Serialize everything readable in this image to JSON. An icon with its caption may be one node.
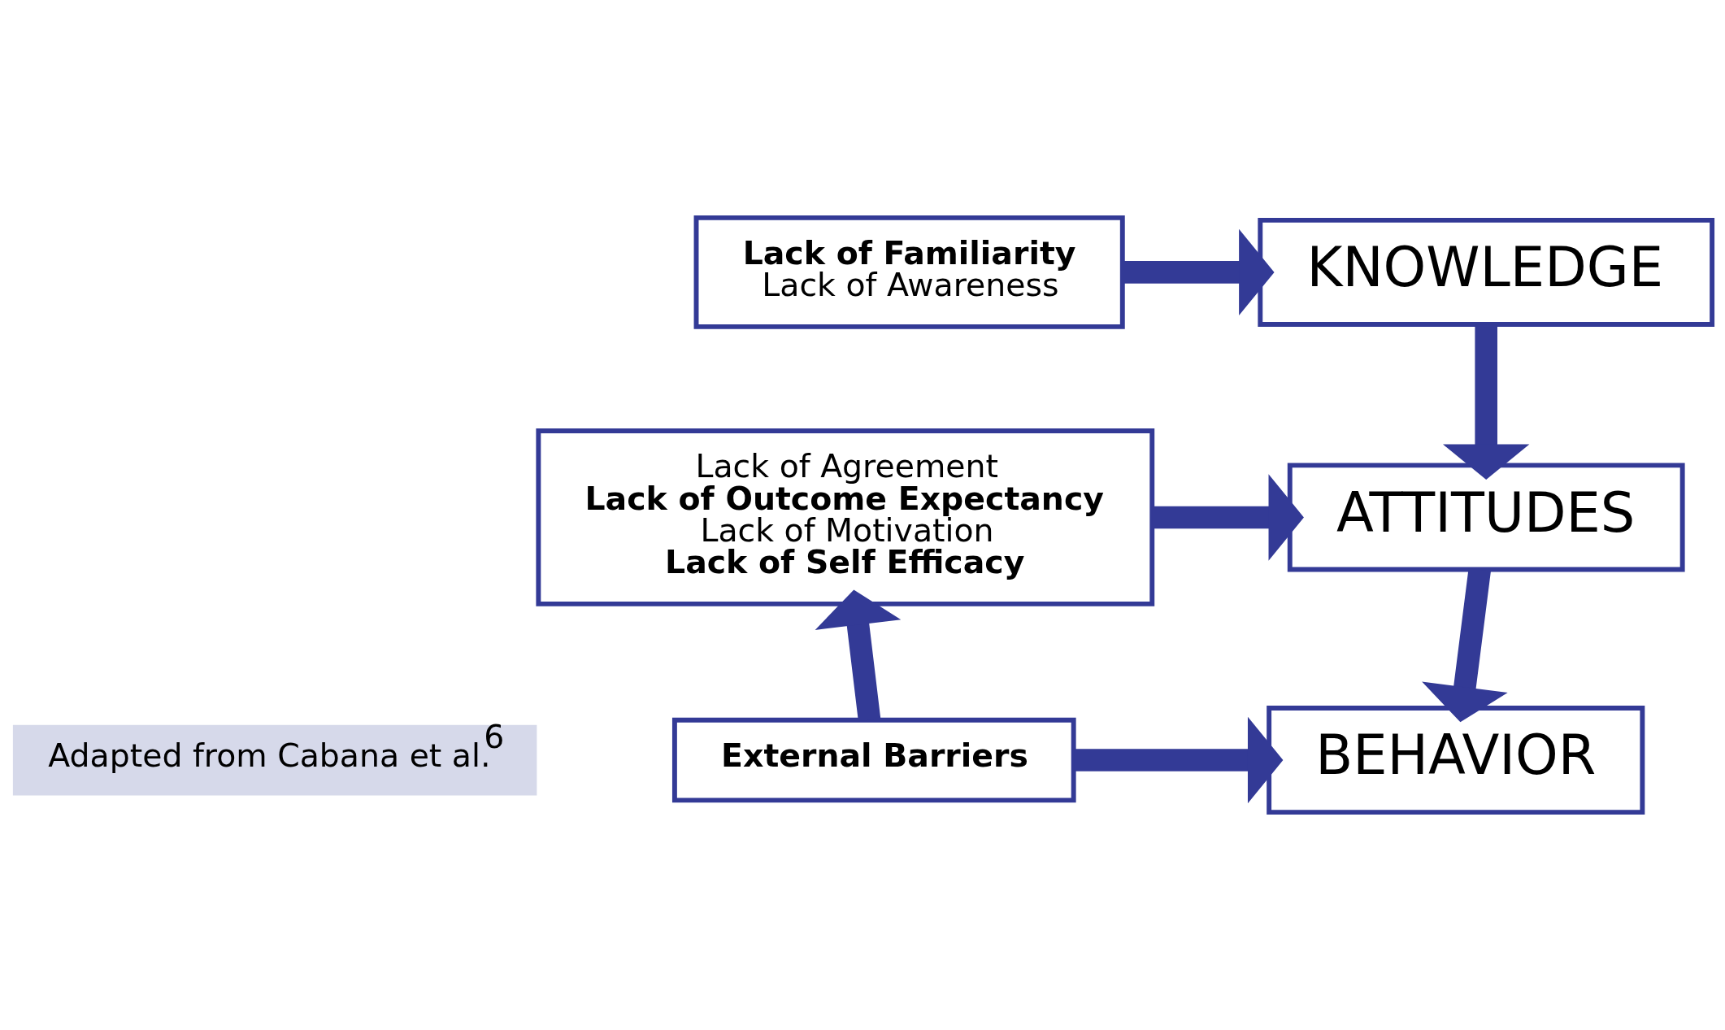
{
  "diagram": {
    "nodes": [
      {
        "text": [
          "Lack of Familiarity",
          "Lack of Awareness"
        ]
      },
      {
        "text": [
          "KNOWLEDGE"
        ]
      },
      {
        "text": [
          "Lack of Agreement",
          "Lack of Outcome Expectancy",
          "Lack of Motivation",
          "Lack of Self Efficacy"
        ]
      },
      {
        "text": [
          "ATTITUDES"
        ]
      },
      {
        "text": [
          "External Barriers"
        ]
      },
      {
        "text": [
          "BEHAVIOR"
        ]
      }
    ],
    "edges": [
      {
        "from": 0,
        "to": 1,
        "arrow": "to"
      },
      {
        "from": 1,
        "to": 3,
        "arrow": "to"
      },
      {
        "from": 2,
        "to": 3,
        "arrow": "to"
      },
      {
        "from": 3,
        "to": 5,
        "arrow": "to"
      },
      {
        "from": 4,
        "to": 2,
        "arrow": "to"
      },
      {
        "from": 4,
        "to": 5,
        "arrow": "to"
      }
    ],
    "labels": [
      "Adapted from Cabana et al.$^{6}$"
    ]
  }
}
